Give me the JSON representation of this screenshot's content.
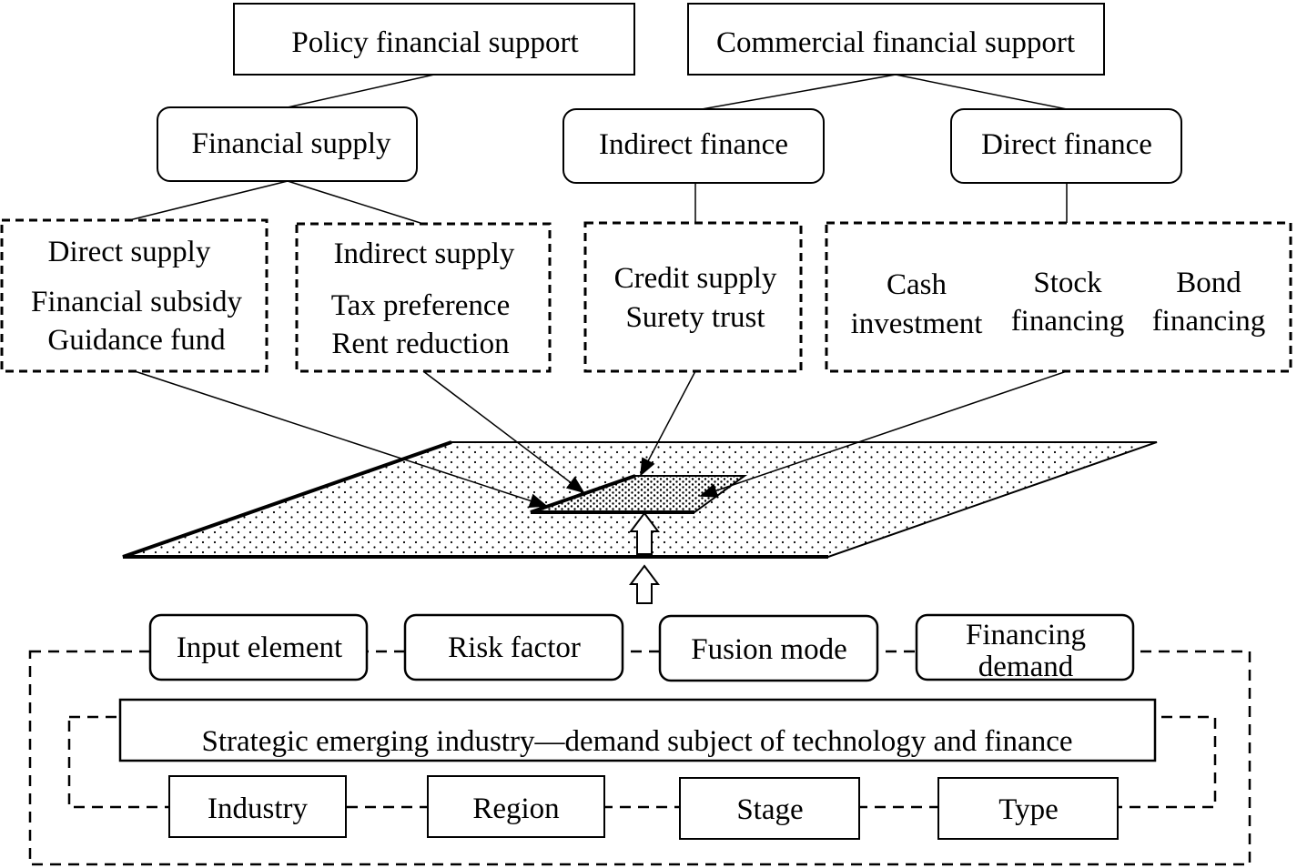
{
  "top": {
    "policy": "Policy financial support",
    "commercial": "Commercial financial support"
  },
  "mid": {
    "financial_supply": "Financial supply",
    "indirect_finance": "Indirect finance",
    "direct_finance": "Direct finance"
  },
  "direct_supply": {
    "title": "Direct supply",
    "line1": "Financial subsidy",
    "line2": "Guidance fund"
  },
  "indirect_supply": {
    "title": "Indirect supply",
    "line1": "Tax preference",
    "line2": "Rent reduction"
  },
  "credit": {
    "line1": "Credit supply",
    "line2": "Surety trust"
  },
  "direct_fin_items": {
    "cash_1": "Cash",
    "cash_2": "investment",
    "stock_1": "Stock",
    "stock_2": "financing",
    "bond_1": "Bond",
    "bond_2": "financing"
  },
  "factors": {
    "input": "Input element",
    "risk": "Risk factor",
    "fusion": "Fusion mode",
    "demand_1": "Financing",
    "demand_2": "demand"
  },
  "subject": "Strategic emerging industry—demand subject of technology and finance",
  "dimensions": {
    "industry": "Industry",
    "region": "Region",
    "stage": "Stage",
    "type": "Type"
  }
}
